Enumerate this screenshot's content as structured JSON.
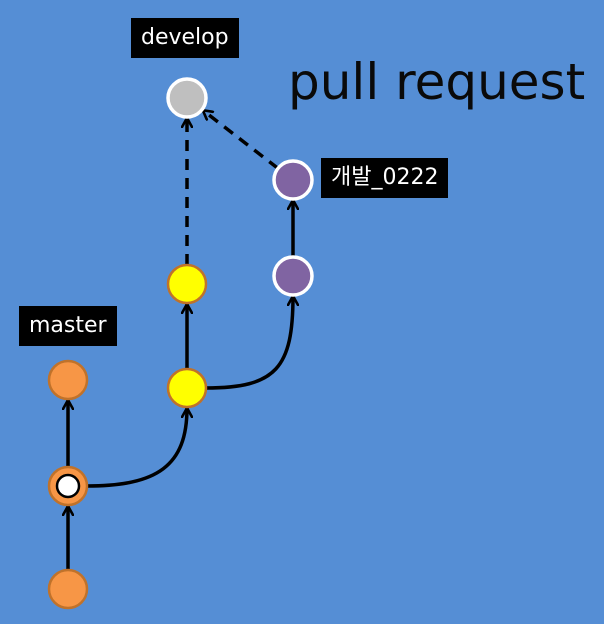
{
  "title": "pull request",
  "labels": {
    "develop": "develop",
    "feature": "개발_0222",
    "master": "master"
  },
  "colors": {
    "background": "#558ed5",
    "develop_node": "#bfbfbf",
    "feature_node": "#8064a2",
    "develop_branch_node": "#ffff00",
    "master_node": "#f79646",
    "master_ring": "#c0722a",
    "yellow_ring": "#c0722a",
    "white_ring": "#ffffff"
  },
  "nodes": [
    {
      "id": "develop-head",
      "branch": "develop",
      "fill_key": "develop_node",
      "ring_key": "white_ring"
    },
    {
      "id": "feature-2",
      "branch": "feature",
      "fill_key": "feature_node",
      "ring_key": "white_ring"
    },
    {
      "id": "feature-1",
      "branch": "feature",
      "fill_key": "feature_node",
      "ring_key": "white_ring"
    },
    {
      "id": "develop-2",
      "branch": "develop",
      "fill_key": "develop_branch_node",
      "ring_key": "yellow_ring"
    },
    {
      "id": "develop-1",
      "branch": "develop",
      "fill_key": "develop_branch_node",
      "ring_key": "yellow_ring"
    },
    {
      "id": "master-3",
      "branch": "master",
      "fill_key": "master_node",
      "ring_key": "master_ring"
    },
    {
      "id": "master-2",
      "branch": "master",
      "fill_key": "master_node",
      "ring_key": "master_ring",
      "highlight": true
    },
    {
      "id": "master-1",
      "branch": "master",
      "fill_key": "master_node",
      "ring_key": "master_ring"
    }
  ],
  "edges": [
    {
      "from": "master-1",
      "to": "master-2",
      "style": "solid"
    },
    {
      "from": "master-2",
      "to": "master-3",
      "style": "solid"
    },
    {
      "from": "master-2",
      "to": "develop-1",
      "style": "solid"
    },
    {
      "from": "develop-1",
      "to": "develop-2",
      "style": "solid"
    },
    {
      "from": "develop-1",
      "to": "feature-1",
      "style": "solid"
    },
    {
      "from": "feature-1",
      "to": "feature-2",
      "style": "solid"
    },
    {
      "from": "develop-2",
      "to": "develop-head",
      "style": "dashed"
    },
    {
      "from": "feature-2",
      "to": "develop-head",
      "style": "dashed"
    }
  ]
}
